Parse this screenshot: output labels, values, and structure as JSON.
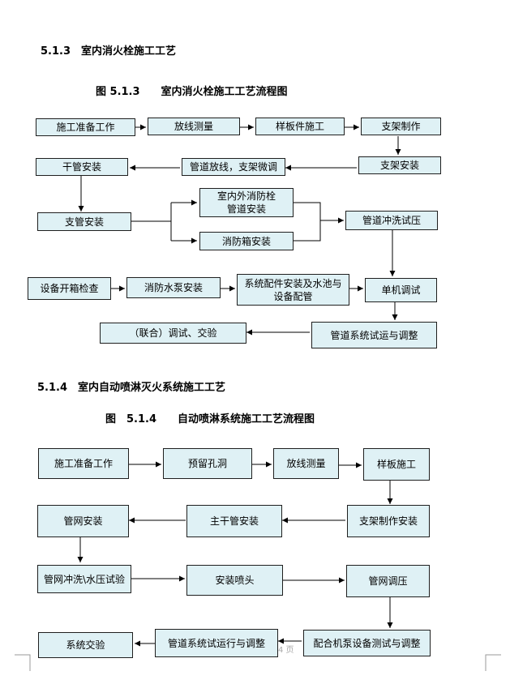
{
  "section1": {
    "heading": "5.1.3　室内消火栓施工工艺",
    "figure_title": "图 5.1.3　　室内消火栓施工工艺流程图",
    "boxes": {
      "prep": "施工准备工作",
      "layout": "放线测量",
      "template": "样板件施工",
      "bracket_make": "支架制作",
      "main_pipe": "干管安装",
      "pipe_layout": "管道放线，支架微调",
      "bracket_install": "支架安装",
      "branch": "支管安装",
      "hydrant_pipe": "室内外消防栓\n管道安装",
      "hydrant_box": "消防箱安装",
      "flush_test": "管道冲洗试压",
      "unpack": "设备开箱检查",
      "pump": "消防水泵安装",
      "fittings": "系统配件安装及水池与\n设备配管",
      "single_debug": "单机调试",
      "joint_debug": "（联合）调试、交验",
      "system_trial": "管道系统试运与调整"
    }
  },
  "section2": {
    "heading": "5.1.4　室内自动喷淋灭火系统施工工艺",
    "figure_title": "图　5.1.4　　自动喷淋系统施工工艺流程图",
    "boxes": {
      "prep": "施工准备工作",
      "reserve": "预留孔洞",
      "layout": "放线测量",
      "template": "样板施工",
      "network": "管网安装",
      "main_pipe": "主干管安装",
      "bracket": "支架制作安装",
      "flush": "管网冲洗\\水压试验",
      "sprinkler": "安装喷头",
      "pressure": "管网调压",
      "handover": "系统交验",
      "trial": "管道系统试运行与调整",
      "pump_test": "配合机泵设备测试与调整"
    }
  },
  "footer": {
    "page": "4 页"
  }
}
